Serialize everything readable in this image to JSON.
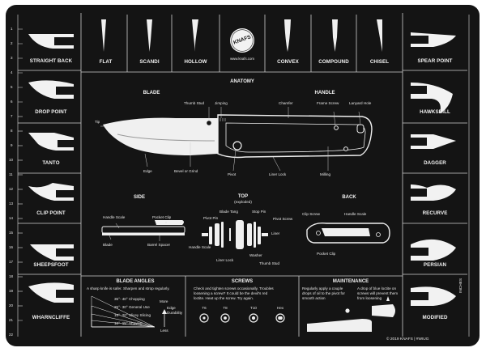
{
  "brand": {
    "logo_text": "KNAFS",
    "site": "www.knafs.com"
  },
  "grinds": [
    "FLAT",
    "SCANDI",
    "HOLLOW",
    "CONVEX",
    "COMPOUND",
    "CHISEL"
  ],
  "blade_shapes_left": [
    "STRAIGHT BACK",
    "DROP POINT",
    "TANTO",
    "CLIP POINT",
    "SHEEPSFOOT",
    "WHARNCLIFFE"
  ],
  "blade_shapes_right": [
    "SPEAR POINT",
    "HAWKSBILL",
    "DAGGER",
    "RECURVE",
    "PERSIAN",
    "MODIFIED"
  ],
  "anatomy": {
    "title": "ANATOMY",
    "blade_heading": "BLADE",
    "handle_heading": "HANDLE",
    "parts": {
      "thumb_stud": "Thumb Stud",
      "jimping": "Jimping",
      "chamfer": "Chamfer",
      "frame_screw": "Frame Screw",
      "lanyard_hole": "Lanyard Hole",
      "tip": "Tip",
      "edge": "Edge",
      "bevel": "Bevel or Grind",
      "pivot": "Pivot",
      "liner_lock": "Liner Lock",
      "milling": "Milling"
    }
  },
  "side_view": {
    "heading": "SIDE",
    "handle_scale": "Handle Scale",
    "pocket_clip": "Pocket Clip",
    "blade": "Blade",
    "barrel_spacer": "Barrel Spacer"
  },
  "top_view": {
    "heading": "TOP",
    "subheading": "(exploded)",
    "blade_tang": "Blade Tang",
    "pivot_pin": "Pivot Pin",
    "stop_pin": "Stop Pin",
    "pivot_screw": "Pivot Screw",
    "liner": "Liner",
    "handle_scale": "Handle Scale",
    "washer": "Washer",
    "liner_lock": "Liner Lock",
    "thumb_stud": "Thumb Stud"
  },
  "back_view": {
    "heading": "BACK",
    "clip_screw": "Clip Screw",
    "handle_scale": "Handle Scale",
    "pocket_clip": "Pocket Clip"
  },
  "blade_angles": {
    "heading": "BLADE ANGLES",
    "note": "A sharp knife is safer. Sharpen and strop regularly.",
    "angles": [
      "35°- 40° Chopping",
      "25°- 30° General Use",
      "15°- 20° Slicey Slicing",
      "10°- 15° Shaving"
    ],
    "more": "More",
    "durability": "Edge Durability",
    "less": "Less"
  },
  "screws": {
    "heading": "SCREWS",
    "note_line1": "Check and tighten screws occasionally. Troubles",
    "note_line2": "loosening a screw? It could be the devil's red",
    "note_line3": "loctite. Heat up the screw. Try again.",
    "types": [
      "T6",
      "T8",
      "T10",
      "Hex"
    ]
  },
  "maintenance": {
    "heading": "MAINTENANCE",
    "note1_line1": "Regularly apply a couple",
    "note1_line2": "drops of oil to the pivot for",
    "note1_line3": "smooth action",
    "note2_line1": "A drop of blue loctite on",
    "note2_line2": "screws will prevent them",
    "note2_line3": "from loosening"
  },
  "ruler_label": "INCHES",
  "ruler_ticks": [
    "1",
    "2",
    "3",
    "4",
    "5",
    "6",
    "7",
    "8",
    "9",
    "10",
    "11",
    "12",
    "13",
    "14",
    "15",
    "16",
    "17",
    "18",
    "19",
    "20",
    "21",
    "22"
  ],
  "footer": "© 2019 KNAFS  |  #WIUG",
  "colors": {
    "mat": "#141414",
    "ink": "#f2f2f2",
    "divider": "#cfcfcf"
  }
}
